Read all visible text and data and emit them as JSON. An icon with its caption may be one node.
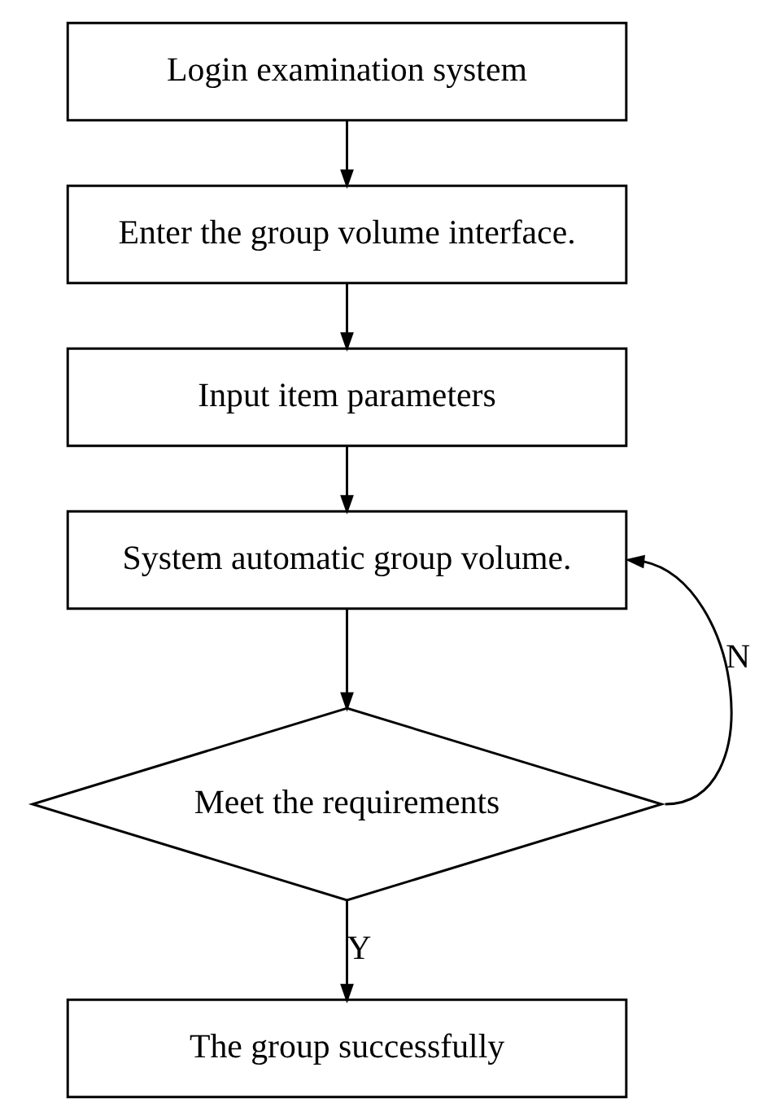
{
  "diagram": {
    "nodes": [
      {
        "text": [
          "Login examination system"
        ]
      },
      {
        "text": [
          "Enter the group volume interface."
        ]
      },
      {
        "text": [
          "Input item parameters"
        ]
      },
      {
        "text": [
          "System automatic group volume."
        ]
      },
      {
        "text": [
          "Meet the requirements"
        ]
      },
      {
        "text": [
          "The group successfully"
        ]
      }
    ],
    "edges": [
      {
        "from": 0,
        "to": 1,
        "arrow": "to"
      },
      {
        "from": 1,
        "to": 2,
        "arrow": "to"
      },
      {
        "from": 2,
        "to": 3,
        "arrow": "to"
      },
      {
        "from": 3,
        "to": 4,
        "arrow": "to"
      },
      {
        "from": 4,
        "to": 3,
        "arrow": "to",
        "label": "N"
      },
      {
        "from": 4,
        "to": 5,
        "arrow": "to",
        "label": "Y"
      }
    ]
  }
}
